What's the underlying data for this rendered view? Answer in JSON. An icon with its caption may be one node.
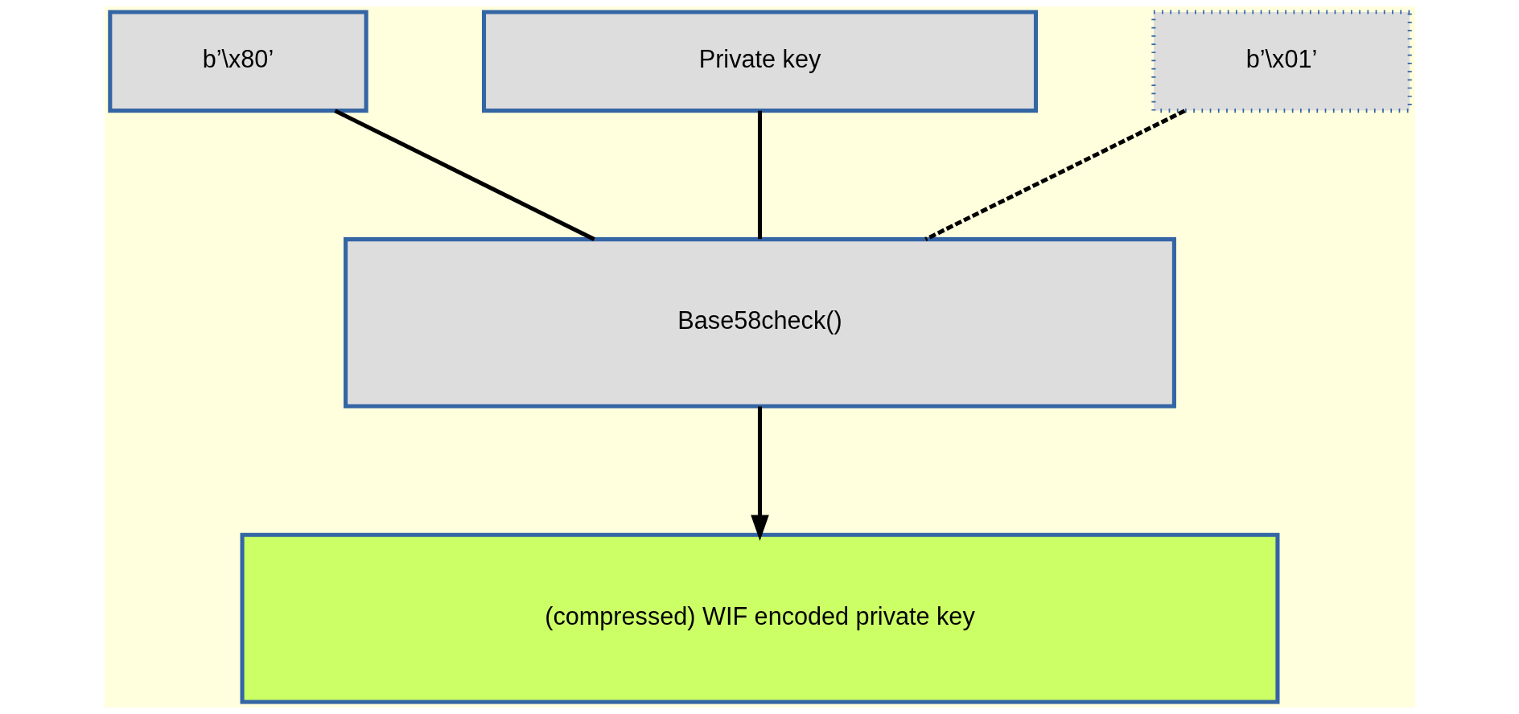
{
  "diagram": {
    "nodes": [
      {
        "text": [
          "b’\\x80’"
        ]
      },
      {
        "text": [
          "Private key"
        ]
      },
      {
        "text": [
          "b’\\x01’"
        ]
      },
      {
        "text": [
          "Base58check()"
        ]
      },
      {
        "text": [
          "(compressed) WIF encoded private key"
        ]
      }
    ],
    "edges": [
      {
        "from": 0,
        "to": 3,
        "arrow": "none"
      },
      {
        "from": 1,
        "to": 3,
        "arrow": "none"
      },
      {
        "from": 2,
        "to": 3,
        "arrow": "none",
        "style": "dashed"
      },
      {
        "from": 3,
        "to": 4,
        "arrow": "to"
      }
    ]
  }
}
